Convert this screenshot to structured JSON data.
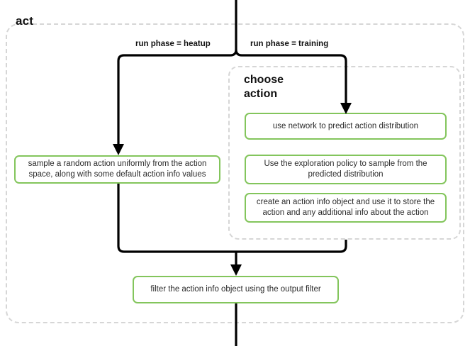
{
  "diagram": {
    "type": "flowchart",
    "title": "act",
    "outer_group": {
      "label": "act",
      "style": "dashed-rounded",
      "border_color": "#d6d6d6"
    },
    "inner_group": {
      "label": "choose\naction",
      "label_line1": "choose",
      "label_line2": "action",
      "style": "dashed-rounded",
      "border_color": "#d6d6d6"
    },
    "accent_color": "#83c55c",
    "edge_color": "#000000",
    "edge_labels": {
      "left_branch": "run phase = heatup",
      "right_branch": "run phase = training"
    },
    "nodes": [
      {
        "id": "sample",
        "text": "sample a random action uniformly from the action space, along with some default action info values",
        "group": "act"
      },
      {
        "id": "use-network",
        "text": "use network to predict action distribution",
        "group": "choose action"
      },
      {
        "id": "exploration-policy",
        "text": "Use the exploration policy to sample from the predicted distribution",
        "group": "choose action"
      },
      {
        "id": "create-action-info",
        "text": "create an action info object and use it to store the action and any additional info about the action",
        "group": "choose action"
      },
      {
        "id": "filter",
        "text": "filter the action info object using the output filter",
        "group": "act"
      }
    ]
  }
}
